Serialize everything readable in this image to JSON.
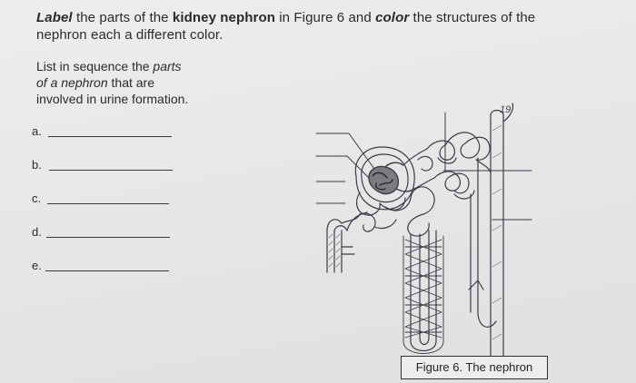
{
  "instructions": {
    "w1": "Label",
    "t1": " the parts of the ",
    "w2": "kidney nephron",
    "t2": " in Figure 6 and ",
    "w3": "color",
    "t3": " the structures of the",
    "line2": "nephron each a different color."
  },
  "sequence": {
    "line1a": "List in sequence the ",
    "line1b": "parts",
    "line2a": "of a nephron",
    "line2b": " that are",
    "line3": "involved in urine formation."
  },
  "blanks": [
    {
      "letter": "a."
    },
    {
      "letter": "b."
    },
    {
      "letter": "c."
    },
    {
      "letter": "d."
    },
    {
      "letter": "e."
    }
  ],
  "figure": {
    "caption": "Figure 6. The nephron",
    "corner_mark": "19"
  }
}
